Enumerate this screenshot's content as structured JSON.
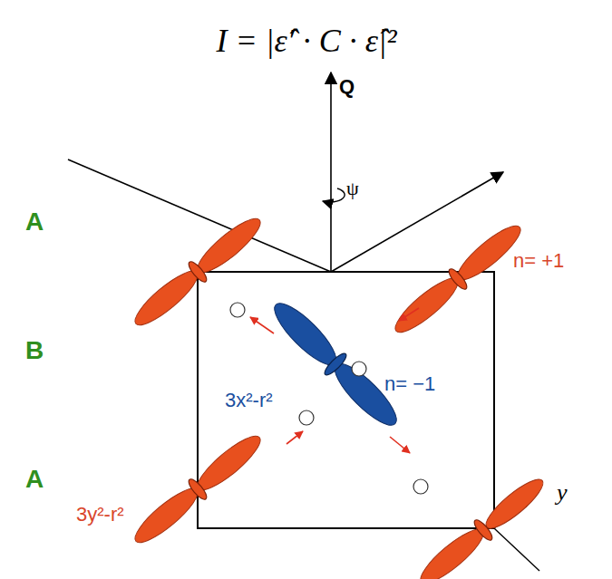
{
  "diagram": {
    "labels": [
      "I = |ε̂′ · C · ε̂|²",
      "Q",
      "ψ",
      "A",
      "B",
      "A",
      "n= +1",
      "3x²-r²",
      "n= −1",
      "y",
      "3y²-r²"
    ]
  }
}
